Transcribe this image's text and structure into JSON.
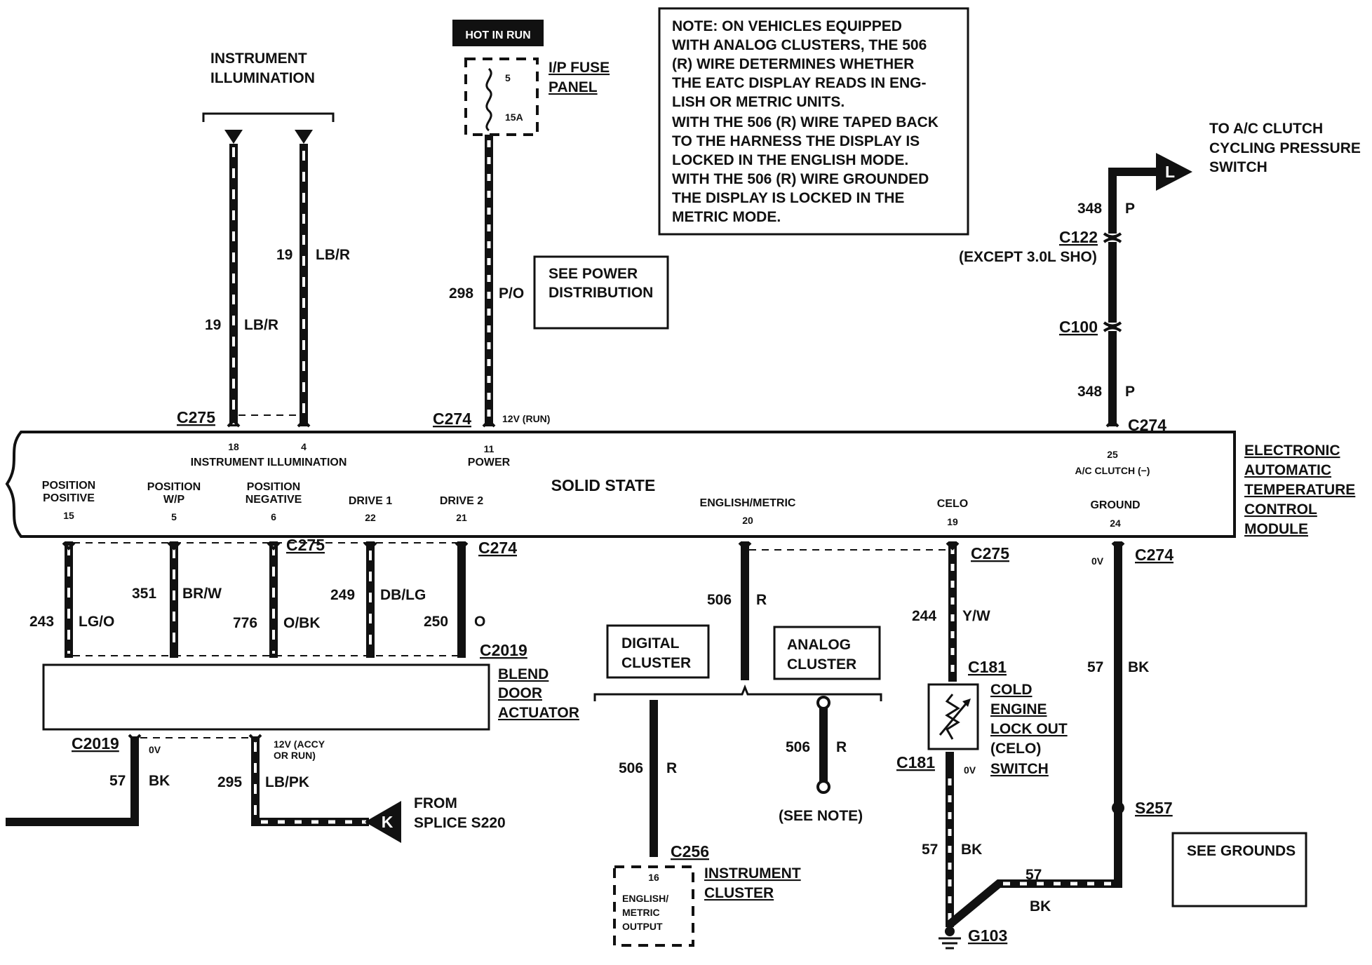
{
  "hot_in_run": "HOT IN RUN",
  "fuse_panel": {
    "label1": "I/P FUSE",
    "label2": "PANEL",
    "fuse_number": "5",
    "rating": "15A"
  },
  "see_power": {
    "line1": "SEE POWER",
    "line2": "DISTRIBUTION"
  },
  "see_grounds": "SEE GROUNDS",
  "see_note": "(SEE NOTE)",
  "instrument_illumination": {
    "line1": "INSTRUMENT",
    "line2": "ILLUMINATION"
  },
  "note_lines": [
    "NOTE: ON VEHICLES EQUIPPED",
    "WITH ANALOG CLUSTERS, THE 506",
    "(R) WIRE DETERMINES WHETHER",
    "THE EATC DISPLAY READS IN ENG-",
    "LISH OR METRIC UNITS.",
    "WITH THE 506 (R) WIRE TAPED BACK",
    "TO THE HARNESS THE DISPLAY IS",
    "LOCKED IN THE ENGLISH MODE.",
    "WITH THE 506 (R) WIRE GROUNDED",
    "THE DISPLAY IS LOCKED IN THE",
    "METRIC MODE."
  ],
  "ac_clutch_dest": {
    "line1": "TO A/C CLUTCH",
    "line2": "CYCLING PRESSURE",
    "line3": "SWITCH",
    "marker": "L"
  },
  "module": {
    "name_lines": [
      "ELECTRONIC",
      "AUTOMATIC",
      "TEMPERATURE",
      "CONTROL",
      "MODULE"
    ],
    "solid_state": "SOLID STATE",
    "top_pins": [
      {
        "num": "18",
        "cavity_label": ""
      },
      {
        "num": "4",
        "cavity_label": ""
      },
      {
        "num": "11",
        "cavity_label": "POWER"
      },
      {
        "num": "25",
        "cavity_label": "A/C CLUTCH (−)"
      }
    ],
    "instrument_illumination_label": "INSTRUMENT ILLUMINATION",
    "bottom_pins": [
      {
        "line1": "POSITION",
        "line2": "POSITIVE",
        "num": "15"
      },
      {
        "line1": "POSITION",
        "line2": "W/P",
        "num": "5"
      },
      {
        "line1": "POSITION",
        "line2": "NEGATIVE",
        "num": "6"
      },
      {
        "line1": "",
        "line2": "DRIVE 1",
        "num": "22"
      },
      {
        "line1": "",
        "line2": "DRIVE 2",
        "num": "21"
      },
      {
        "line1": "",
        "line2": "ENGLISH/METRIC",
        "num": "20"
      },
      {
        "line1": "",
        "line2": "CELO",
        "num": "19"
      },
      {
        "line1": "",
        "line2": "GROUND",
        "num": "24"
      }
    ]
  },
  "wires": {
    "illum_left": {
      "circuit": "19",
      "color": "LB/R"
    },
    "illum_right": {
      "circuit": "19",
      "color": "LB/R"
    },
    "power": {
      "circuit": "298",
      "color": "P/O"
    },
    "ac_upper": {
      "circuit": "348",
      "color": "P"
    },
    "ac_lower": {
      "circuit": "348",
      "color": "P"
    },
    "pos_positive": {
      "circuit": "243",
      "color": "LG/O"
    },
    "pos_wp": {
      "circuit": "351",
      "color": "BR/W"
    },
    "pos_negative": {
      "circuit": "776",
      "color": "O/BK"
    },
    "drive1": {
      "circuit": "249",
      "color": "DB/LG"
    },
    "drive2": {
      "circuit": "250",
      "color": "O"
    },
    "eng_metric": {
      "circuit": "506",
      "color": "R"
    },
    "digital_cluster": {
      "circuit": "506",
      "color": "R"
    },
    "analog_cluster": {
      "circuit": "506",
      "color": "R"
    },
    "celo": {
      "circuit": "244",
      "color": "Y/W"
    },
    "ground_module": {
      "circuit": "57",
      "color": "BK"
    },
    "celo_ground": {
      "circuit": "57",
      "color": "BK"
    },
    "ground_jumper": {
      "circuit": "57",
      "color": "BK"
    },
    "blend_ground": {
      "circuit": "57",
      "color": "BK"
    },
    "blend_power": {
      "circuit": "295",
      "color": "LB/PK"
    }
  },
  "connectors": {
    "c275_top": "C275",
    "c274_power": "C274",
    "c274_ac": "C274",
    "c122": "C122",
    "c122_note": "(EXCEPT 3.0L SHO)",
    "c100": "C100",
    "c275_blend": "C275",
    "c274_blend": "C274",
    "c2019_top": "C2019",
    "c2019_bottom": "C2019",
    "c275_celo": "C275",
    "c274_ground": "C274",
    "c181_top": "C181",
    "c181_bottom": "C181",
    "c256": "C256",
    "s257": "S257",
    "g103": "G103"
  },
  "voltages": {
    "power_run": "12V (RUN)",
    "ground_0v": "0V",
    "celo_0v": "0V",
    "blend_0v": "0V",
    "accy_line1": "12V (ACCY",
    "accy_line2": "OR RUN)"
  },
  "blend_door": {
    "line1": "BLEND",
    "line2": "DOOR",
    "line3": "ACTUATOR"
  },
  "splice": {
    "line1": "FROM",
    "line2": "SPLICE S220",
    "marker": "K"
  },
  "digital_cluster": {
    "line1": "DIGITAL",
    "line2": "CLUSTER"
  },
  "analog_cluster": {
    "line1": "ANALOG",
    "line2": "CLUSTER"
  },
  "celo_switch": {
    "line1": "COLD",
    "line2": "ENGINE",
    "line3": "LOCK OUT",
    "line4": "(CELO)",
    "line5": "SWITCH"
  },
  "instrument_cluster": {
    "line1": "INSTRUMENT",
    "line2": "CLUSTER",
    "pin": "16",
    "out_line1": "ENGLISH/",
    "out_line2": "METRIC",
    "out_line3": "OUTPUT"
  }
}
